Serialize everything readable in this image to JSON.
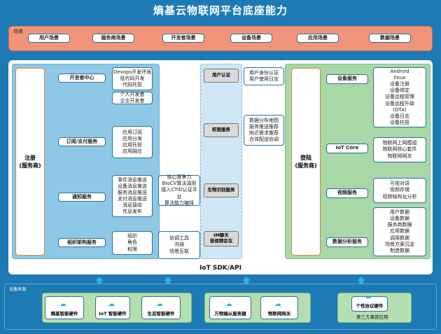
{
  "title": "熵基云物联网平台底座能力",
  "scenes": {
    "label": "场景",
    "items": [
      "用户场景",
      "服务商场景",
      "开发者场景",
      "设备场景",
      "应用场景",
      "数据场景"
    ]
  },
  "left": {
    "register": "注册\n(服务商)",
    "categories": [
      "开发者中心",
      "订阅/支付服务",
      "通知服务",
      "组织架构服务"
    ],
    "details": [
      "Devops开发环境\n低代码开发\n代码托管",
      "个人开发者\n企业开发者",
      "应用订阅\n应用分发\n应用托管\n应用融合",
      "事件消息推送\n设备消息推送\n服务消息推送\n支付消息推送\n消息接收\n信息发布",
      "组织\n角色\n权限"
    ]
  },
  "center": {
    "core": "核心竞争力\nBioCV算法调用\n接入CTID认证平台\n算法能力编排",
    "collab": "协调工具\n沟通\n场景互联"
  },
  "auth": [
    "用户认证",
    "权限服务",
    "生物识别服务",
    "IM聊天\n音视频会议"
  ],
  "midright": {
    "user_protocols": "用户身份认证\n用户使用日志",
    "data_dist": "数据分布地图\n服务推送推荐\n附近需求推荐\n合体配送协调"
  },
  "right": {
    "login": "登陆\n(服务商)",
    "categories": [
      "设备服务",
      "IoT Core",
      "视频服务",
      "数据分析服务"
    ],
    "details": [
      "Android\nlinux\n设备注册\n设备绑定\n设备远程管理\n设备远程升级\n(OTA)\n设备日志\n设备托管",
      "物联网上网模组\n物联网核心套件\n物联网网关",
      "可视对讲\n视频存储\n视频结构化分析",
      "用户数据\n设备数据\n服务商数据\n应用数据\n调用数据\n场景方案沉淀\n制造数据"
    ]
  },
  "sdk_label": "IoT SDK/API",
  "devices": {
    "label": "设备来源",
    "items": [
      "熵基智能硬件",
      "IoT 智能硬件",
      "生态智能硬件",
      "万物端从服务器",
      "物联网网关",
      "个性协议硬件"
    ],
    "third_party": "第三方兼容应用"
  }
}
